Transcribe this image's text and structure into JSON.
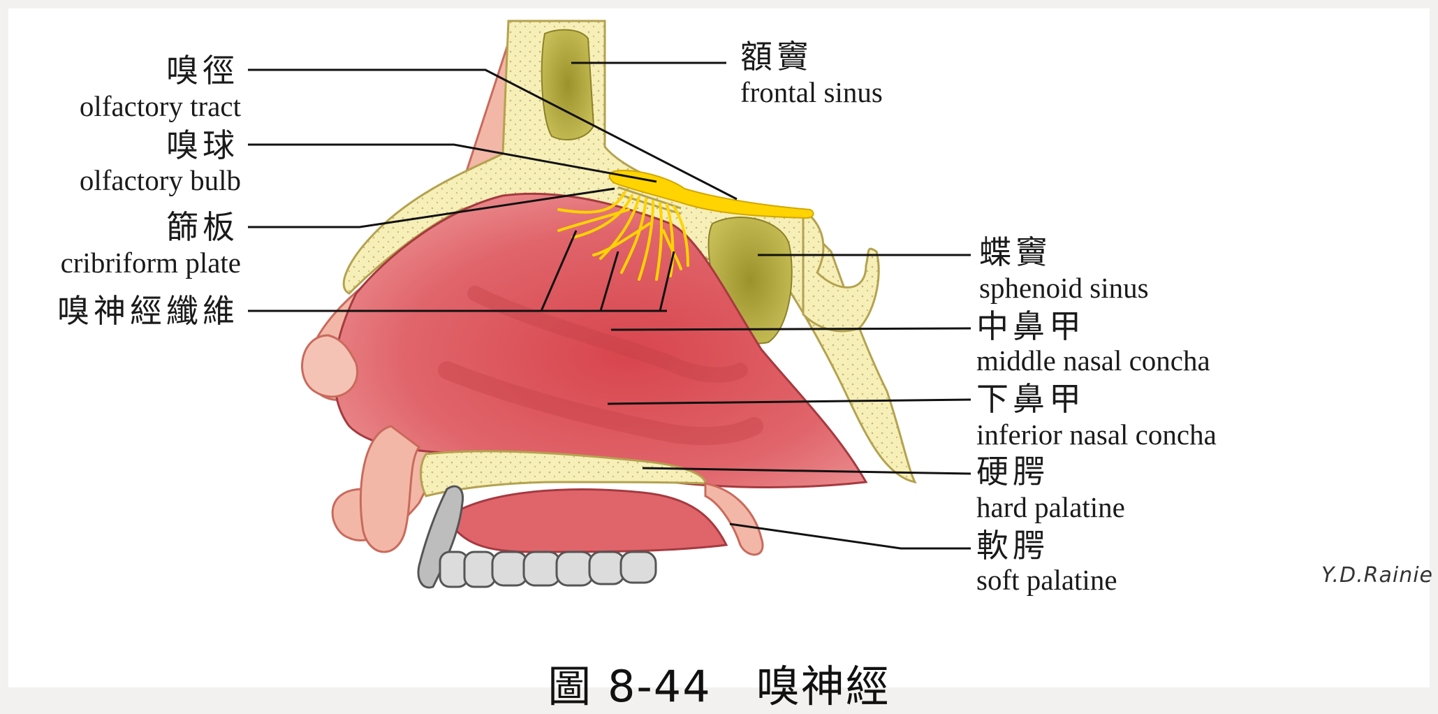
{
  "labels": {
    "olfactory_tract": {
      "zh": "嗅徑",
      "en": "olfactory tract"
    },
    "olfactory_bulb": {
      "zh": "嗅球",
      "en": "olfactory bulb"
    },
    "cribriform_plate": {
      "zh": "篩板",
      "en": "cribriform plate"
    },
    "olfactory_nerve_fibers": {
      "zh": "嗅神經纖維"
    },
    "frontal_sinus": {
      "zh": "額竇",
      "en": "frontal sinus"
    },
    "sphenoid_sinus": {
      "zh": "蝶竇",
      "en": "sphenoid sinus"
    },
    "middle_nasal_concha": {
      "zh": "中鼻甲",
      "en": "middle nasal concha"
    },
    "inferior_nasal_concha": {
      "zh": "下鼻甲",
      "en": "inferior nasal concha"
    },
    "hard_palatine": {
      "zh": "硬腭",
      "en": "hard palatine"
    },
    "soft_palatine": {
      "zh": "軟腭",
      "en": "soft palatine"
    }
  },
  "signature": "Y.D.Rainie",
  "caption": "圖 8-44　嗅神經",
  "colors": {
    "bone": "#f6efb8",
    "sinus": "#b7ac3c",
    "mucosa": "#d9555a",
    "skin": "#f2b7a7",
    "nerve": "#ffd400",
    "teeth": "#dcdcdc",
    "leader": "#111111"
  }
}
